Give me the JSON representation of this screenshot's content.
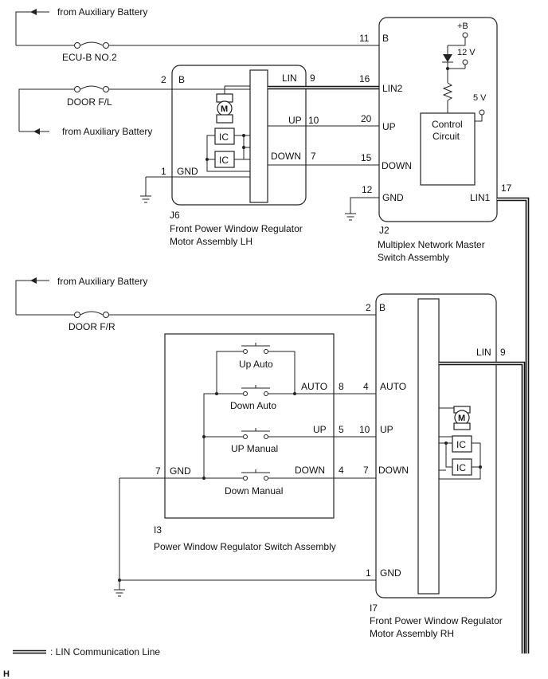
{
  "labels": {
    "from_aux_1": "from Auxiliary Battery",
    "from_aux_2": "from Auxiliary Battery",
    "from_aux_3": "from Auxiliary Battery",
    "fuse_ecub": "ECU-B NO.2",
    "fuse_door_fl": "DOOR F/L",
    "fuse_door_fr": "DOOR F/R",
    "legend": ": LIN Communication Line",
    "corner": "H"
  },
  "j6": {
    "id": "J6",
    "name_line1": "Front Power Window Regulator",
    "name_line2": "Motor Assembly LH",
    "pin_b": "2",
    "lbl_b": "B",
    "pin_gnd": "1",
    "lbl_gnd": "GND",
    "lbl_lin": "LIN",
    "pin_lin": "9",
    "lbl_up": "UP",
    "pin_up": "10",
    "lbl_down": "DOWN",
    "pin_down": "7",
    "motor": "M",
    "ic1": "IC",
    "ic2": "IC"
  },
  "j2": {
    "id": "J2",
    "name_line1": "Multiplex Network Master",
    "name_line2": "Switch Assembly",
    "pin_b": "11",
    "lbl_b": "B",
    "pin_lin2": "16",
    "lbl_lin2": "LIN2",
    "pin_up": "20",
    "lbl_up": "UP",
    "pin_down": "15",
    "lbl_down": "DOWN",
    "pin_gnd": "12",
    "lbl_gnd": "GND",
    "pin_lin1": "17",
    "lbl_lin1": "LIN1",
    "plus_b": "+B",
    "v12": "12 V",
    "v5": "5 V",
    "control_line1": "Control",
    "control_line2": "Circuit"
  },
  "i3": {
    "id": "I3",
    "name": "Power Window Regulator Switch Assembly",
    "sw_up_auto": "Up Auto",
    "sw_down_auto": "Down Auto",
    "sw_up_manual": "UP Manual",
    "sw_down_manual": "Down Manual",
    "lbl_auto": "AUTO",
    "pin_auto": "8",
    "lbl_up": "UP",
    "pin_up": "5",
    "lbl_down": "DOWN",
    "pin_down": "4",
    "pin_gnd": "7",
    "lbl_gnd": "GND"
  },
  "i7": {
    "id": "I7",
    "name_line1": "Front Power Window Regulator",
    "name_line2": "Motor Assembly RH",
    "pin_b": "2",
    "lbl_b": "B",
    "lbl_lin": "LIN",
    "pin_lin": "9",
    "pin_auto": "4",
    "lbl_auto": "AUTO",
    "pin_up": "10",
    "lbl_up": "UP",
    "pin_down": "7",
    "lbl_down": "DOWN",
    "pin_gnd": "1",
    "lbl_gnd": "GND",
    "motor": "M",
    "ic1": "IC",
    "ic2": "IC"
  }
}
